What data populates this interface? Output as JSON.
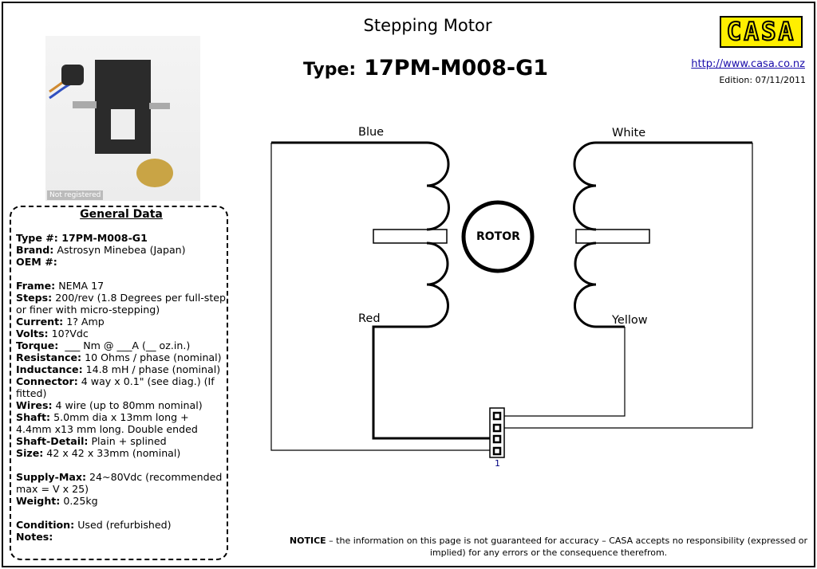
{
  "header": {
    "title": "Stepping Motor",
    "type_label": "Type:",
    "type_value": "17PM-M008-G1",
    "logo_text": "CASA",
    "url": "http://www.casa.co.nz",
    "edition": "Edition: 07/11/2011"
  },
  "photo": {
    "watermark": "Not registered"
  },
  "general": {
    "heading": "General Data",
    "rows": [
      {
        "k": "Type #:",
        "v": " 17PM-M008-G1"
      },
      {
        "k": "Brand:",
        "v": " Astrosyn Minebea (Japan)"
      },
      {
        "k": "OEM #:",
        "v": ""
      },
      {
        "k": "Frame:",
        "v": " NEMA 17"
      },
      {
        "k": "Steps:",
        "v": " 200/rev (1.8 Degrees per full-step or finer with micro-stepping)"
      },
      {
        "k": "Current:",
        "v": " 1? Amp"
      },
      {
        "k": "Volts:",
        "v": " 10?Vdc"
      },
      {
        "k": "Torque:",
        "v": "  ___ Nm @ ___A (__ oz.in.)"
      },
      {
        "k": "Resistance:",
        "v": " 10 Ohms / phase (nominal)"
      },
      {
        "k": "Inductance:",
        "v": " 14.8 mH / phase (nominal)"
      },
      {
        "k": "Connector:",
        "v": " 4 way x 0.1\" (see diag.) (If fitted)"
      },
      {
        "k": "Wires:",
        "v": " 4 wire (up to 80mm nominal)"
      },
      {
        "k": "Shaft:",
        "v": " 5.0mm dia x 13mm long + 4.4mm x13 mm long. Double ended"
      },
      {
        "k": "Shaft-Detail:",
        "v": " Plain + splined"
      },
      {
        "k": "Size:",
        "v": " 42 x 42 x 33mm (nominal)"
      },
      {
        "k": "Supply-Max:",
        "v": " 24~80Vdc (recommended max = V x 25)"
      },
      {
        "k": "Weight:",
        "v": " 0.25kg"
      },
      {
        "k": "Condition:",
        "v": " Used (refurbished)"
      },
      {
        "k": "Notes:",
        "v": ""
      }
    ]
  },
  "diagram": {
    "blue": "Blue",
    "white": "White",
    "red": "Red",
    "yellow": "Yellow",
    "rotor": "ROTOR",
    "pin_label": "1"
  },
  "notice": {
    "bold": "NOTICE",
    "text": " – the information on this page is not guaranteed for accuracy – CASA accepts no responsibility (expressed or implied) for any errors or the consequence therefrom."
  }
}
